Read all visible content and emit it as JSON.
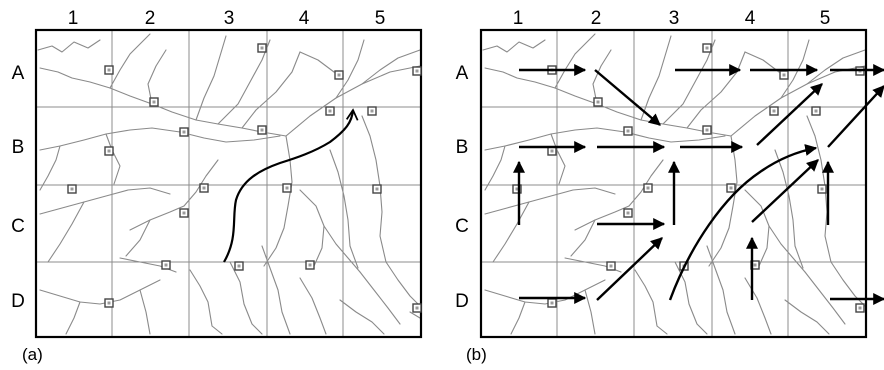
{
  "panels": [
    {
      "id": "a",
      "caption": "(a)",
      "columns": [
        "1",
        "2",
        "3",
        "4",
        "5"
      ],
      "rows": [
        "A",
        "B",
        "C",
        "D"
      ]
    },
    {
      "id": "b",
      "caption": "(b)",
      "columns": [
        "1",
        "2",
        "3",
        "4",
        "5"
      ],
      "rows": [
        "A",
        "B",
        "C",
        "D"
      ]
    }
  ],
  "colors": {
    "frame": "#000000",
    "grid": "#8c8c8c",
    "river": "#8a8a8a",
    "gauge_fill": "#9a9a9a",
    "arrow": "#000000"
  }
}
